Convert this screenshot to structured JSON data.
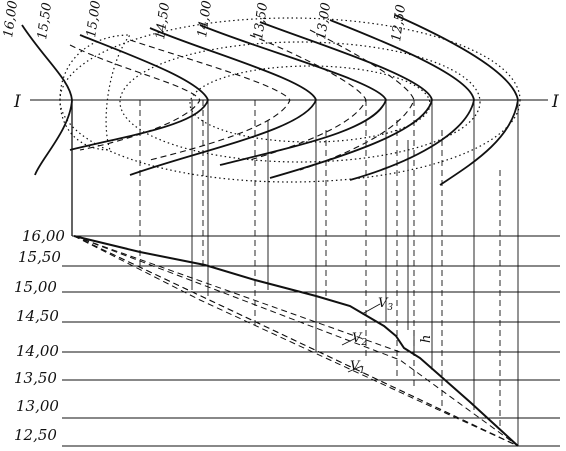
{
  "top_labels": [
    "16,00",
    "15,50",
    "15,00",
    "14,50",
    "14,00",
    "13,50",
    "13,00",
    "12,50"
  ],
  "section_mark": "I",
  "level_labels": [
    "16,00",
    "15,50",
    "15,00",
    "14,50",
    "14,00",
    "13,50",
    "13,00",
    "12,50"
  ],
  "velocity_labels": [
    "V",
    "V",
    "V"
  ],
  "velocity_subscripts": [
    "3",
    "2",
    "1"
  ],
  "side_mark": "h"
}
